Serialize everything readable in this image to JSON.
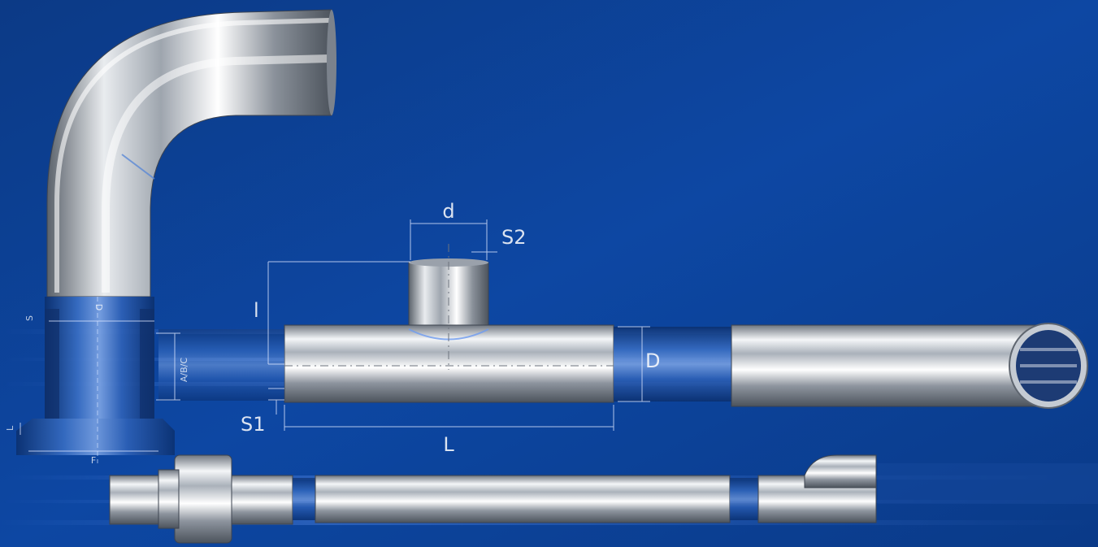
{
  "scene": {
    "background_color": "#0a3f8f",
    "metal_color": "#d9dde3",
    "dimension_line_color": "#dce6ff"
  },
  "labels": {
    "branch_diameter": "d",
    "branch_wall": "S2",
    "branch_height": "l",
    "run_wall": "S1",
    "run_length": "L",
    "run_diameter": "D",
    "ferrule_d": "D",
    "ferrule_s": "S",
    "ferrule_abc": "A/B/C",
    "ferrule_l": "L",
    "ferrule_f": "F"
  }
}
